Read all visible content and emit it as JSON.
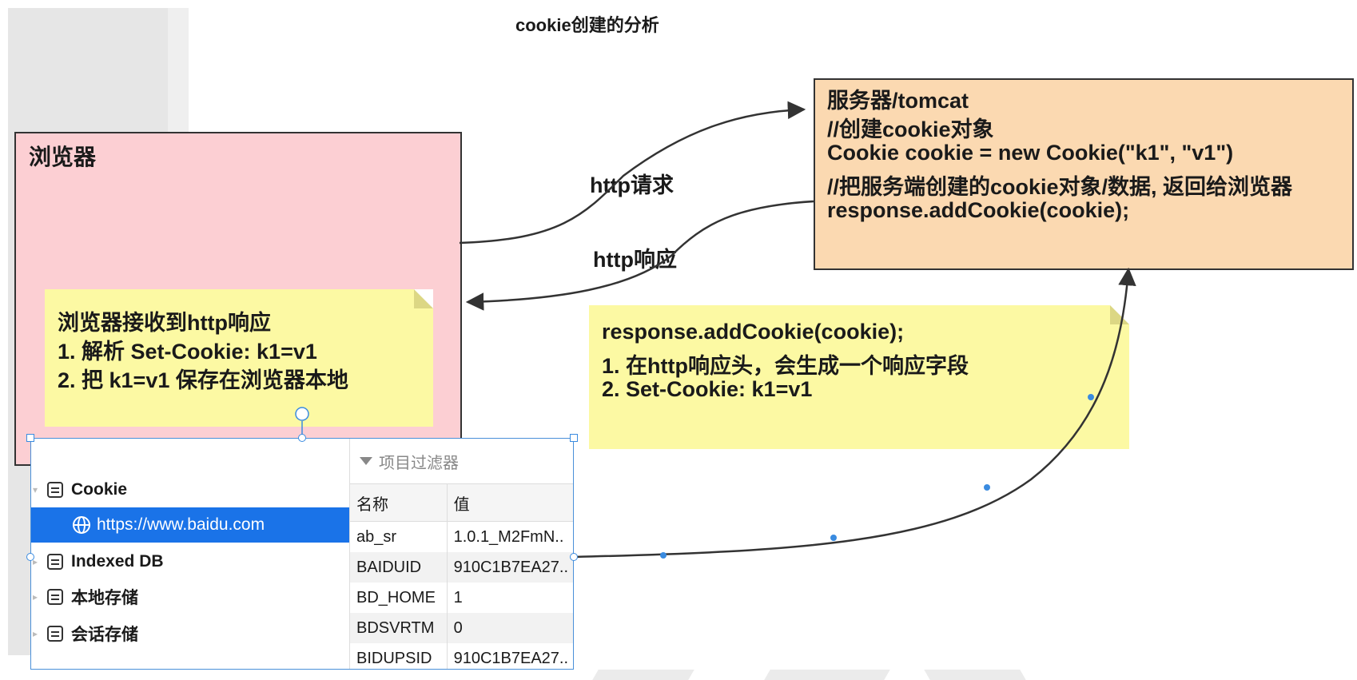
{
  "title": "cookie创建的分析",
  "browser": {
    "label": "浏览器"
  },
  "server": {
    "lines": [
      "服务器/tomcat",
      "//创建cookie对象",
      "Cookie cookie = new Cookie(\"k1\", \"v1\")",
      "//把服务端创建的cookie对象/数据, 返回给浏览器",
      "response.addCookie(cookie);"
    ]
  },
  "edges": {
    "request": "http请求",
    "response": "http响应"
  },
  "note_browser": {
    "lines": [
      "浏览器接收到http响应",
      "1. 解析 Set-Cookie:  k1=v1",
      "2. 把 k1=v1 保存在浏览器本地"
    ]
  },
  "note_server": {
    "lines": [
      "response.addCookie(cookie);",
      "1. 在http响应头，会生成一个响应字段",
      "2. Set-Cookie:  k1=v1"
    ]
  },
  "devtools": {
    "tree": {
      "cookie": "Cookie",
      "cookie_url": "https://www.baidu.com",
      "indexeddb": "Indexed DB",
      "local_storage": "本地存储",
      "session_storage": "会话存储"
    },
    "filter_placeholder": "项目过滤器",
    "columns": [
      "名称",
      "值"
    ],
    "rows": [
      [
        "ab_sr",
        "1.0.1_M2FmN.."
      ],
      [
        "BAIDUID",
        "910C1B7EA27.."
      ],
      [
        "BD_HOME",
        "1"
      ],
      [
        "BDSVRTM",
        "0"
      ],
      [
        "BIDUPSID",
        "910C1B7EA27.."
      ]
    ]
  },
  "colors": {
    "browser_fill": "#fccfd3",
    "server_fill": "#fbd9b1",
    "note_fill": "#fcf9a3",
    "selection": "#1a73e8",
    "connector_handle": "#3a8be0"
  }
}
